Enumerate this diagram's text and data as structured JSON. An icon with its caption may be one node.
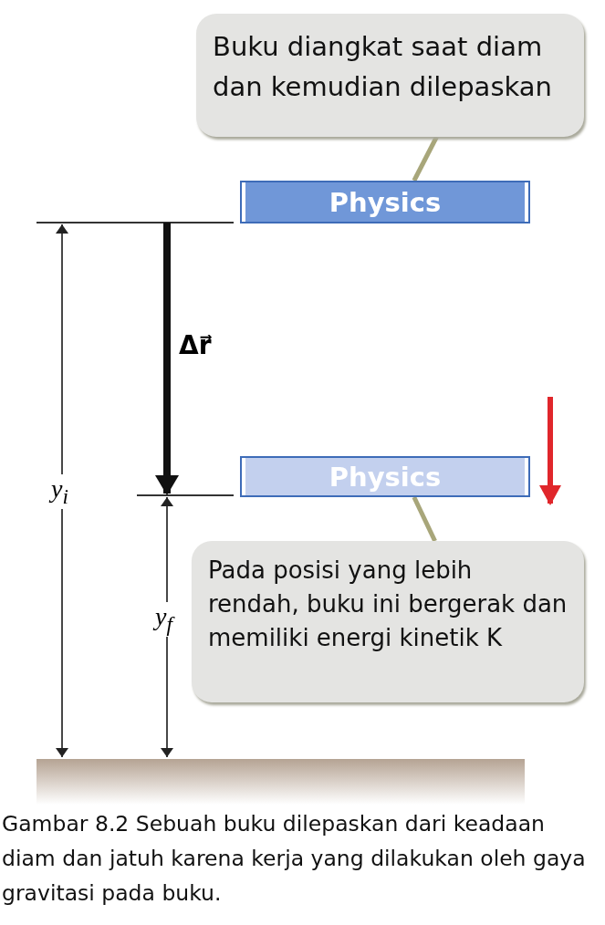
{
  "diagram": {
    "caption": "Gambar 8.2 Sebuah buku dilepaskan dari keadaan diam dan jatuh karena kerja yang dilakukan oleh gaya gravitasi pada buku.",
    "nodes": [
      {
        "text": [
          "Buku diangkat saat diam dan kemudian dilepaskan"
        ]
      },
      {
        "text": [
          "Physics"
        ]
      },
      {
        "text": [
          "Physics"
        ]
      },
      {
        "text": [
          "Pada posisi yang lebih rendah, buku ini bergerak dan memiliki energi kinetik K"
        ]
      }
    ],
    "edges": [
      {
        "from": 0,
        "to": 1,
        "arrow": "none"
      },
      {
        "from": 3,
        "to": 2,
        "arrow": "none"
      }
    ],
    "labels": [
      "Δr⃗",
      "y$_{i}$",
      "y$_{f}$"
    ]
  }
}
